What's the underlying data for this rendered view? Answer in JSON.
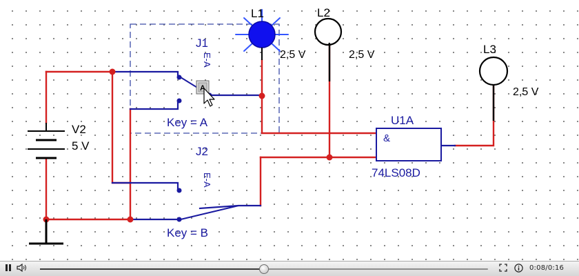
{
  "circuit": {
    "lamps": {
      "L1": {
        "name": "L1",
        "voltage": "2,5 V",
        "state": "on"
      },
      "L2": {
        "name": "L2",
        "voltage": "2,5 V",
        "state": "off"
      },
      "L3": {
        "name": "L3",
        "voltage": "2,5 V",
        "state": "off"
      }
    },
    "switches": {
      "J1": {
        "name": "J1",
        "key": "Key = A",
        "tag": "E-A",
        "key_badge": "A"
      },
      "J2": {
        "name": "J2",
        "key": "Key = B",
        "tag": "E-A"
      }
    },
    "source": {
      "name": "V2",
      "value": "5 V"
    },
    "gate": {
      "name": "U1A",
      "symbol": "&",
      "part": "74LS08D"
    },
    "colors": {
      "wire_red": "#d42020",
      "wire_blue": "#1a1aa0",
      "lamp_on": "#1010ee",
      "dash_box": "#3a4aa8"
    }
  },
  "player": {
    "play_pause_icon": "pause-icon",
    "volume_icon": "speaker-icon",
    "fullscreen_icon": "fullscreen-icon",
    "info_icon": "info-icon",
    "time": "0:08/0:16",
    "progress_fraction": 0.5
  }
}
